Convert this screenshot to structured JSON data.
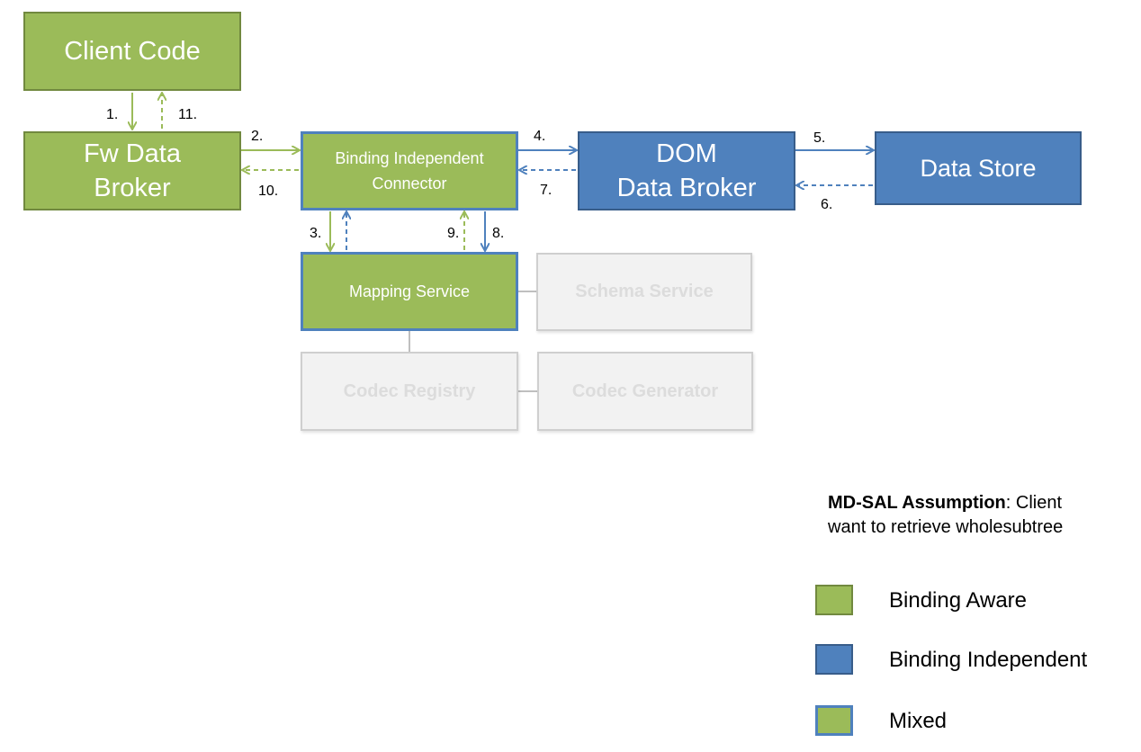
{
  "boxes": {
    "client_code": "Client Code",
    "fw_data_broker": "Fw Data\nBroker",
    "binding_independent_connector": "Binding Independent\nConnector",
    "dom_data_broker": "DOM\nData Broker",
    "data_store": "Data Store",
    "mapping_service": "Mapping Service",
    "schema_service": "Schema Service",
    "codec_registry": "Codec Registry",
    "codec_generator": "Codec Generator"
  },
  "steps": [
    "1.",
    "2.",
    "3.",
    "4.",
    "5.",
    "6.",
    "7.",
    "8.",
    "9.",
    "10.",
    "11."
  ],
  "note": {
    "bold": "MD-SAL Assumption",
    "rest": ": Client\nwant to retrieve wholesubtree"
  },
  "legend": [
    {
      "label": "Binding Aware",
      "color": "#9bbb59"
    },
    {
      "label": "Binding Independent",
      "color": "#4f81bd"
    },
    {
      "label": "Mixed",
      "color": "#9bbb59"
    }
  ],
  "colors": {
    "green": "#9bbb59",
    "blue": "#4f81bd",
    "gray": "#f2f2f2"
  }
}
